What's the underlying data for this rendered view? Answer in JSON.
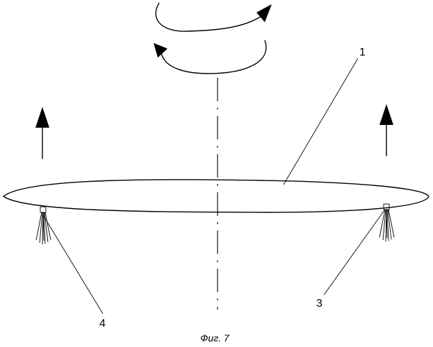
{
  "labels": {
    "disc": "1",
    "right_nozzle": "3",
    "left_nozzle": "4"
  },
  "caption": "Фиг. 7"
}
